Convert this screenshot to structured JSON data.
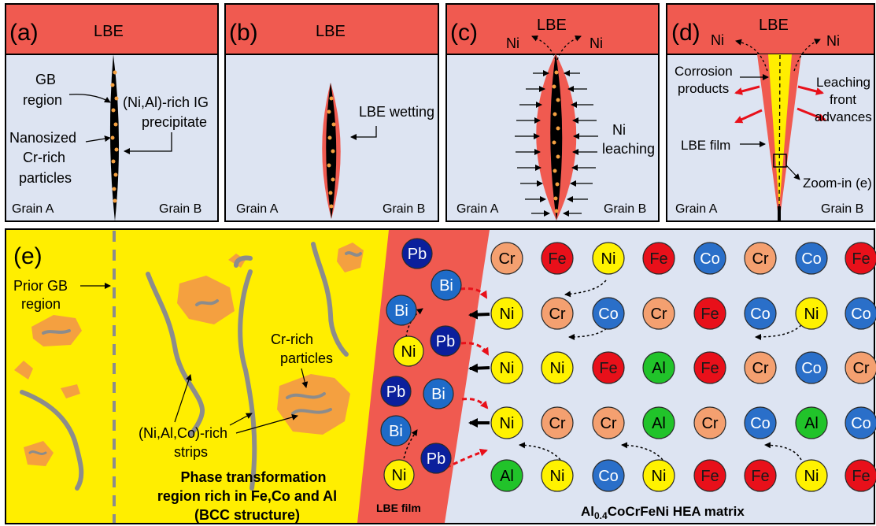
{
  "panels": [
    {
      "letter": "(a)",
      "lbe": "LBE",
      "grain_a": "Grain A",
      "grain_b": "Grain B",
      "labels": [
        "GB",
        "region",
        "(Ni,Al)-rich IG",
        "precipitate",
        "Nanosized",
        "Cr-rich",
        "particles"
      ]
    },
    {
      "letter": "(b)",
      "lbe": "LBE",
      "grain_a": "Grain A",
      "grain_b": "Grain B",
      "labels": [
        "LBE wetting"
      ]
    },
    {
      "letter": "(c)",
      "lbe": "LBE",
      "grain_a": "Grain A",
      "grain_b": "Grain B",
      "labels": [
        "Ni",
        "Ni",
        "Ni",
        "leaching"
      ]
    },
    {
      "letter": "(d)",
      "lbe": "LBE",
      "grain_a": "Grain A",
      "grain_b": "Grain B",
      "labels": [
        "Ni",
        "Ni",
        "Corrosion",
        "products",
        "Leaching",
        "front",
        "advances",
        "LBE film",
        "Zoom-in (e)"
      ]
    }
  ],
  "panel_e": {
    "letter": "(e)",
    "prior_gb": [
      "Prior GB",
      "region"
    ],
    "cr_rich": [
      "Cr-rich",
      "particles"
    ],
    "strips": [
      "(Ni,Al,Co)-rich",
      "strips"
    ],
    "phase_title": [
      "Phase transformation",
      "region rich in Fe,Co and Al",
      "(BCC structure)"
    ],
    "lbe_film": "LBE film",
    "matrix_title": "Al0.4CoCrFeNi HEA matrix",
    "matrix_prefix": "Al",
    "matrix_sub": "0.4",
    "matrix_suffix": "CoCrFeNi HEA matrix",
    "film_atoms": [
      "Pb",
      "Bi",
      "Bi",
      "Pb",
      "Ni",
      "Pb",
      "Bi",
      "Bi",
      "Pb",
      "Ni"
    ],
    "matrix_rows": [
      [
        "Cr",
        "Fe",
        "Ni",
        "Fe",
        "Co",
        "Cr",
        "Co",
        "Fe"
      ],
      [
        "Ni",
        "Cr",
        "Co",
        "Cr",
        "Fe",
        "Co",
        "Ni",
        "Co"
      ],
      [
        "Ni",
        "Ni",
        "Fe",
        "Al",
        "Fe",
        "Cr",
        "Co",
        "Cr"
      ],
      [
        "Ni",
        "Cr",
        "Cr",
        "Al",
        "Cr",
        "Co",
        "Al",
        "Co"
      ],
      [
        "Al",
        "Ni",
        "Co",
        "Ni",
        "Fe",
        "Fe",
        "Ni",
        "Fe"
      ]
    ]
  },
  "colors": {
    "lbe_red": "#f05a50",
    "grain_bg": "#dde4f2",
    "phase_yellow": "#ffee00",
    "Cr": "#f4a070",
    "Fe": "#e8101a",
    "Ni": "#fff200",
    "Co": "#2a6fc9",
    "Al": "#21c32a",
    "Pb": "#0b1f9c",
    "Bi": "#1e6bc8"
  }
}
